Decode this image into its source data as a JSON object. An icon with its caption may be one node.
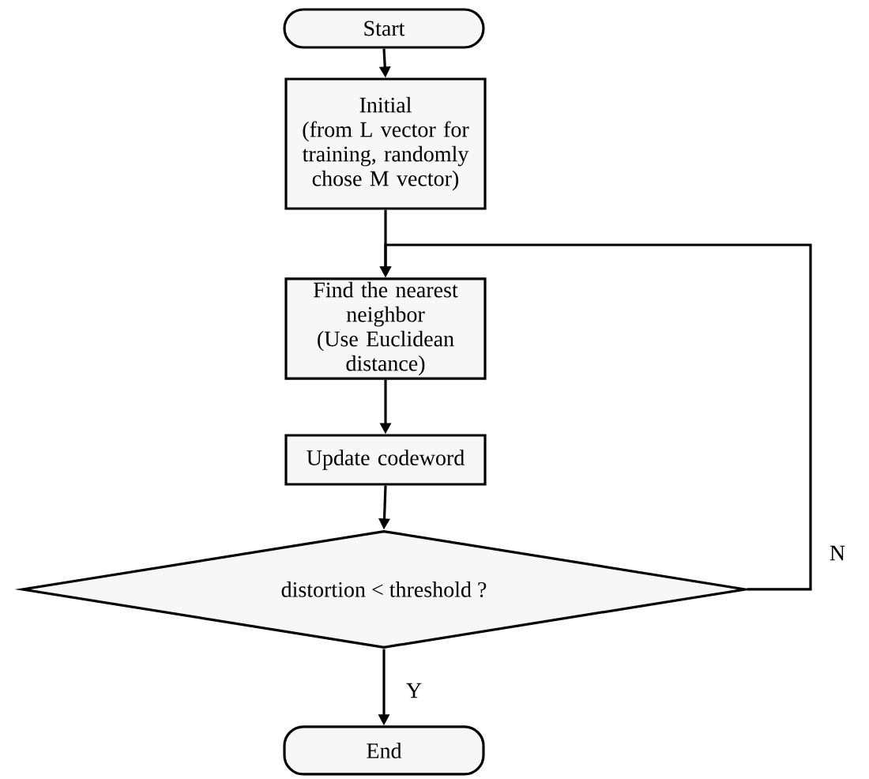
{
  "diagram": {
    "nodes": [
      {
        "text": [
          "Start"
        ]
      },
      {
        "text": [
          "Initial",
          "(from L vector for training, randomly chose M vector)"
        ]
      },
      {
        "text": [
          "Find the nearest neighbor",
          "(Use Euclidean distance)"
        ]
      },
      {
        "text": [
          "Update codeword"
        ]
      },
      {
        "text": [
          "distortion < threshold ?"
        ]
      },
      {
        "text": [
          "End"
        ]
      }
    ],
    "edges": [
      {
        "from": 0,
        "to": 1,
        "arrow": "to"
      },
      {
        "from": 1,
        "to": 2,
        "arrow": "to"
      },
      {
        "from": 2,
        "to": 3,
        "arrow": "to"
      },
      {
        "from": 3,
        "to": 4,
        "arrow": "to"
      },
      {
        "from": 4,
        "to": 5,
        "arrow": "to",
        "label": "Y"
      },
      {
        "from": 4,
        "to": 2,
        "arrow": "to",
        "label": "N"
      }
    ]
  }
}
